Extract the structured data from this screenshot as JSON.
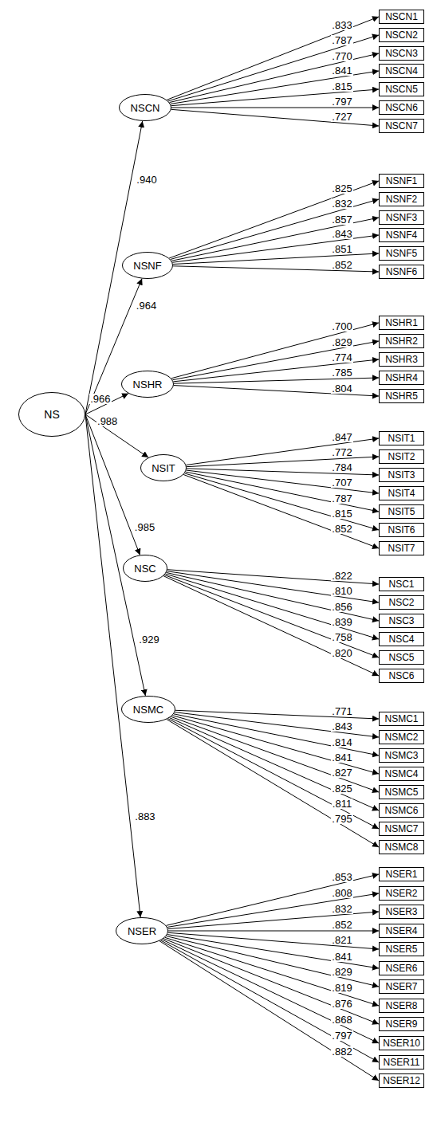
{
  "diagram": {
    "nodes": [
      {
        "text": [
          "NS"
        ]
      },
      {
        "text": [
          "NSCN"
        ]
      },
      {
        "text": [
          "NSCN1"
        ]
      },
      {
        "text": [
          "NSCN2"
        ]
      },
      {
        "text": [
          "NSCN3"
        ]
      },
      {
        "text": [
          "NSCN4"
        ]
      },
      {
        "text": [
          "NSCN5"
        ]
      },
      {
        "text": [
          "NSCN6"
        ]
      },
      {
        "text": [
          "NSCN7"
        ]
      },
      {
        "text": [
          "NSNF"
        ]
      },
      {
        "text": [
          "NSNF1"
        ]
      },
      {
        "text": [
          "NSNF2"
        ]
      },
      {
        "text": [
          "NSNF3"
        ]
      },
      {
        "text": [
          "NSNF4"
        ]
      },
      {
        "text": [
          "NSNF5"
        ]
      },
      {
        "text": [
          "NSNF6"
        ]
      },
      {
        "text": [
          "NSHR"
        ]
      },
      {
        "text": [
          "NSHR1"
        ]
      },
      {
        "text": [
          "NSHR2"
        ]
      },
      {
        "text": [
          "NSHR3"
        ]
      },
      {
        "text": [
          "NSHR4"
        ]
      },
      {
        "text": [
          "NSHR5"
        ]
      },
      {
        "text": [
          "NSIT"
        ]
      },
      {
        "text": [
          "NSIT1"
        ]
      },
      {
        "text": [
          "NSIT2"
        ]
      },
      {
        "text": [
          "NSIT3"
        ]
      },
      {
        "text": [
          "NSIT4"
        ]
      },
      {
        "text": [
          "NSIT5"
        ]
      },
      {
        "text": [
          "NSIT6"
        ]
      },
      {
        "text": [
          "NSIT7"
        ]
      },
      {
        "text": [
          "NSC"
        ]
      },
      {
        "text": [
          "NSC1"
        ]
      },
      {
        "text": [
          "NSC2"
        ]
      },
      {
        "text": [
          "NSC3"
        ]
      },
      {
        "text": [
          "NSC4"
        ]
      },
      {
        "text": [
          "NSC5"
        ]
      },
      {
        "text": [
          "NSC6"
        ]
      },
      {
        "text": [
          "NSMC"
        ]
      },
      {
        "text": [
          "NSMC1"
        ]
      },
      {
        "text": [
          "NSMC2"
        ]
      },
      {
        "text": [
          "NSMC3"
        ]
      },
      {
        "text": [
          "NSMC4"
        ]
      },
      {
        "text": [
          "NSMC5"
        ]
      },
      {
        "text": [
          "NSMC6"
        ]
      },
      {
        "text": [
          "NSMC7"
        ]
      },
      {
        "text": [
          "NSMC8"
        ]
      },
      {
        "text": [
          "NSER"
        ]
      },
      {
        "text": [
          "NSER1"
        ]
      },
      {
        "text": [
          "NSER2"
        ]
      },
      {
        "text": [
          "NSER3"
        ]
      },
      {
        "text": [
          "NSER4"
        ]
      },
      {
        "text": [
          "NSER5"
        ]
      },
      {
        "text": [
          "NSER6"
        ]
      },
      {
        "text": [
          "NSER7"
        ]
      },
      {
        "text": [
          "NSER8"
        ]
      },
      {
        "text": [
          "NSER9"
        ]
      },
      {
        "text": [
          "NSER10"
        ]
      },
      {
        "text": [
          "NSER11"
        ]
      },
      {
        "text": [
          "NSER12"
        ]
      }
    ],
    "edges": [
      {
        "from": 0,
        "to": 1,
        "arrow": "to",
        "label": ".940"
      },
      {
        "from": 0,
        "to": 9,
        "arrow": "to",
        "label": ".964"
      },
      {
        "from": 0,
        "to": 16,
        "arrow": "to",
        "label": ".966"
      },
      {
        "from": 0,
        "to": 22,
        "arrow": "to",
        "label": ".988"
      },
      {
        "from": 0,
        "to": 30,
        "arrow": "to",
        "label": ".985"
      },
      {
        "from": 0,
        "to": 37,
        "arrow": "to",
        "label": ".929"
      },
      {
        "from": 0,
        "to": 46,
        "arrow": "to",
        "label": ".883"
      },
      {
        "from": 1,
        "to": 2,
        "arrow": "to",
        "label": ".833"
      },
      {
        "from": 1,
        "to": 3,
        "arrow": "to",
        "label": ".787"
      },
      {
        "from": 1,
        "to": 4,
        "arrow": "to",
        "label": ".770"
      },
      {
        "from": 1,
        "to": 5,
        "arrow": "to",
        "label": ".841"
      },
      {
        "from": 1,
        "to": 6,
        "arrow": "to",
        "label": ".815"
      },
      {
        "from": 1,
        "to": 7,
        "arrow": "to",
        "label": ".797"
      },
      {
        "from": 1,
        "to": 8,
        "arrow": "to",
        "label": ".727"
      },
      {
        "from": 9,
        "to": 10,
        "arrow": "to",
        "label": ".825"
      },
      {
        "from": 9,
        "to": 11,
        "arrow": "to",
        "label": ".832"
      },
      {
        "from": 9,
        "to": 12,
        "arrow": "to",
        "label": ".857"
      },
      {
        "from": 9,
        "to": 13,
        "arrow": "to",
        "label": ".843"
      },
      {
        "from": 9,
        "to": 14,
        "arrow": "to",
        "label": ".851"
      },
      {
        "from": 9,
        "to": 15,
        "arrow": "to",
        "label": ".852"
      },
      {
        "from": 16,
        "to": 17,
        "arrow": "to",
        "label": ".700"
      },
      {
        "from": 16,
        "to": 18,
        "arrow": "to",
        "label": ".829"
      },
      {
        "from": 16,
        "to": 19,
        "arrow": "to",
        "label": ".774"
      },
      {
        "from": 16,
        "to": 20,
        "arrow": "to",
        "label": ".785"
      },
      {
        "from": 16,
        "to": 21,
        "arrow": "to",
        "label": ".804"
      },
      {
        "from": 22,
        "to": 23,
        "arrow": "to",
        "label": ".847"
      },
      {
        "from": 22,
        "to": 24,
        "arrow": "to",
        "label": ".772"
      },
      {
        "from": 22,
        "to": 25,
        "arrow": "to",
        "label": ".784"
      },
      {
        "from": 22,
        "to": 26,
        "arrow": "to",
        "label": ".707"
      },
      {
        "from": 22,
        "to": 27,
        "arrow": "to",
        "label": ".787"
      },
      {
        "from": 22,
        "to": 28,
        "arrow": "to",
        "label": ".815"
      },
      {
        "from": 22,
        "to": 29,
        "arrow": "to",
        "label": ".852"
      },
      {
        "from": 30,
        "to": 31,
        "arrow": "to",
        "label": ".822"
      },
      {
        "from": 30,
        "to": 32,
        "arrow": "to",
        "label": ".810"
      },
      {
        "from": 30,
        "to": 33,
        "arrow": "to",
        "label": ".856"
      },
      {
        "from": 30,
        "to": 34,
        "arrow": "to",
        "label": ".839"
      },
      {
        "from": 30,
        "to": 35,
        "arrow": "to",
        "label": ".758"
      },
      {
        "from": 30,
        "to": 36,
        "arrow": "to",
        "label": ".820"
      },
      {
        "from": 37,
        "to": 38,
        "arrow": "to",
        "label": ".771"
      },
      {
        "from": 37,
        "to": 39,
        "arrow": "to",
        "label": ".843"
      },
      {
        "from": 37,
        "to": 40,
        "arrow": "to",
        "label": ".814"
      },
      {
        "from": 37,
        "to": 41,
        "arrow": "to",
        "label": ".841"
      },
      {
        "from": 37,
        "to": 42,
        "arrow": "to",
        "label": ".827"
      },
      {
        "from": 37,
        "to": 43,
        "arrow": "to",
        "label": ".825"
      },
      {
        "from": 37,
        "to": 44,
        "arrow": "to",
        "label": ".811"
      },
      {
        "from": 37,
        "to": 45,
        "arrow": "to",
        "label": ".795"
      },
      {
        "from": 46,
        "to": 47,
        "arrow": "to",
        "label": ".853"
      },
      {
        "from": 46,
        "to": 48,
        "arrow": "to",
        "label": ".808"
      },
      {
        "from": 46,
        "to": 49,
        "arrow": "to",
        "label": ".832"
      },
      {
        "from": 46,
        "to": 50,
        "arrow": "to",
        "label": ".852"
      },
      {
        "from": 46,
        "to": 51,
        "arrow": "to",
        "label": ".821"
      },
      {
        "from": 46,
        "to": 52,
        "arrow": "to",
        "label": ".841"
      },
      {
        "from": 46,
        "to": 53,
        "arrow": "to",
        "label": ".829"
      },
      {
        "from": 46,
        "to": 54,
        "arrow": "to",
        "label": ".819"
      },
      {
        "from": 46,
        "to": 55,
        "arrow": "to",
        "label": ".876"
      },
      {
        "from": 46,
        "to": 56,
        "arrow": "to",
        "label": ".868"
      },
      {
        "from": 46,
        "to": 57,
        "arrow": "to",
        "label": ".797"
      },
      {
        "from": 46,
        "to": 58,
        "arrow": "to",
        "label": ".882"
      }
    ]
  }
}
